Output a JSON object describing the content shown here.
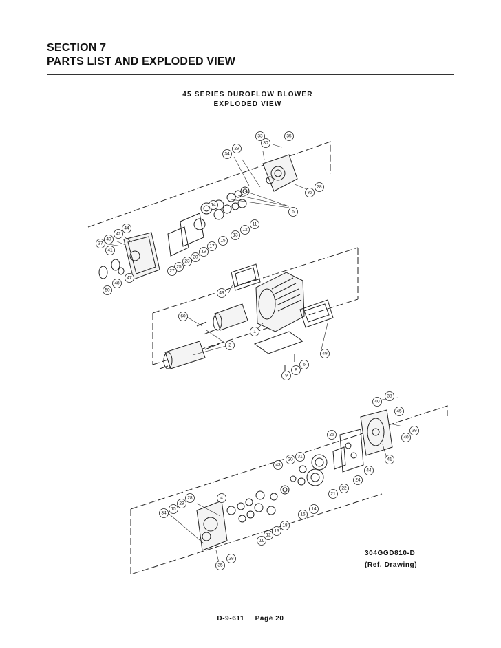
{
  "header": {
    "section_number": "SECTION 7",
    "section_title": "PARTS LIST AND EXPLODED VIEW"
  },
  "drawing": {
    "title_line1": "45 SERIES DUROFLOW BLOWER",
    "title_line2": "EXPLODED VIEW",
    "callouts_top_assembly": [
      "33",
      "35",
      "30",
      "29",
      "34",
      "28",
      "35",
      "5",
      "14",
      "11",
      "12",
      "13",
      "15",
      "17",
      "19",
      "20",
      "23",
      "25",
      "27",
      "44",
      "40",
      "42",
      "37",
      "41",
      "47",
      "48",
      "50"
    ],
    "callouts_middle_assembly": [
      "49",
      "1",
      "60",
      "2",
      "49",
      "6",
      "8",
      "9"
    ],
    "callouts_bottom_assembly": [
      "40",
      "38",
      "45",
      "39",
      "40",
      "26",
      "41",
      "44",
      "24",
      "22",
      "21",
      "20",
      "31",
      "43",
      "16",
      "14",
      "18",
      "13",
      "12",
      "11",
      "4",
      "28",
      "29",
      "15",
      "34",
      "28",
      "35"
    ],
    "reference_number": "304GGD810-D",
    "reference_label": "(Ref. Drawing)"
  },
  "footer": {
    "doc_number": "D-9-611",
    "page": "Page 20"
  }
}
